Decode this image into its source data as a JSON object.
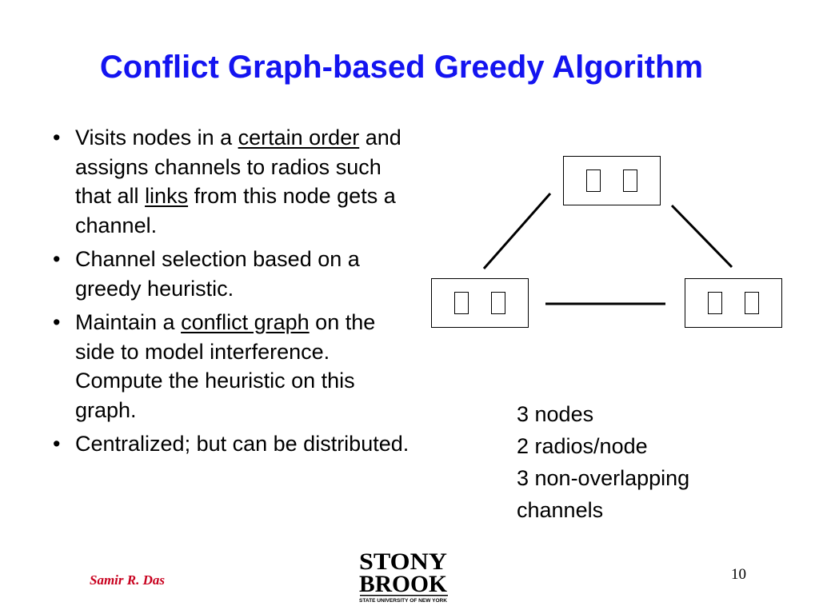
{
  "slide": {
    "title": "Conflict Graph-based Greedy Algorithm",
    "bullets": [
      {
        "segments": [
          {
            "text": "Visits nodes in a ",
            "underline": false
          },
          {
            "text": "certain order",
            "underline": true
          },
          {
            "text": " and assigns channels to radios such that all ",
            "underline": false
          },
          {
            "text": "links",
            "underline": true
          },
          {
            "text": " from this node gets a channel.",
            "underline": false
          }
        ]
      },
      {
        "segments": [
          {
            "text": "Channel selection based on a greedy heuristic.",
            "underline": false
          }
        ]
      },
      {
        "segments": [
          {
            "text": "Maintain a ",
            "underline": false
          },
          {
            "text": "conflict graph",
            "underline": true
          },
          {
            "text": " on the side to model interference. Compute the heuristic on this graph.",
            "underline": false
          }
        ]
      },
      {
        "segments": [
          {
            "text": "Centralized; but can be distributed.",
            "underline": false
          }
        ]
      }
    ],
    "notes": [
      "3 nodes",
      "2 radios/node",
      "3 non-overlapping",
      "channels"
    ],
    "footer": {
      "author": "Samir R. Das",
      "page_number": "10"
    },
    "logo": {
      "line1": "STONY",
      "line2": "BROOK",
      "subtitle": "STATE UNIVERSITY OF NEW YORK"
    },
    "colors": {
      "title": "#1414f0",
      "footer_author": "#c8001e",
      "logo_accent": "#c8102e"
    }
  }
}
